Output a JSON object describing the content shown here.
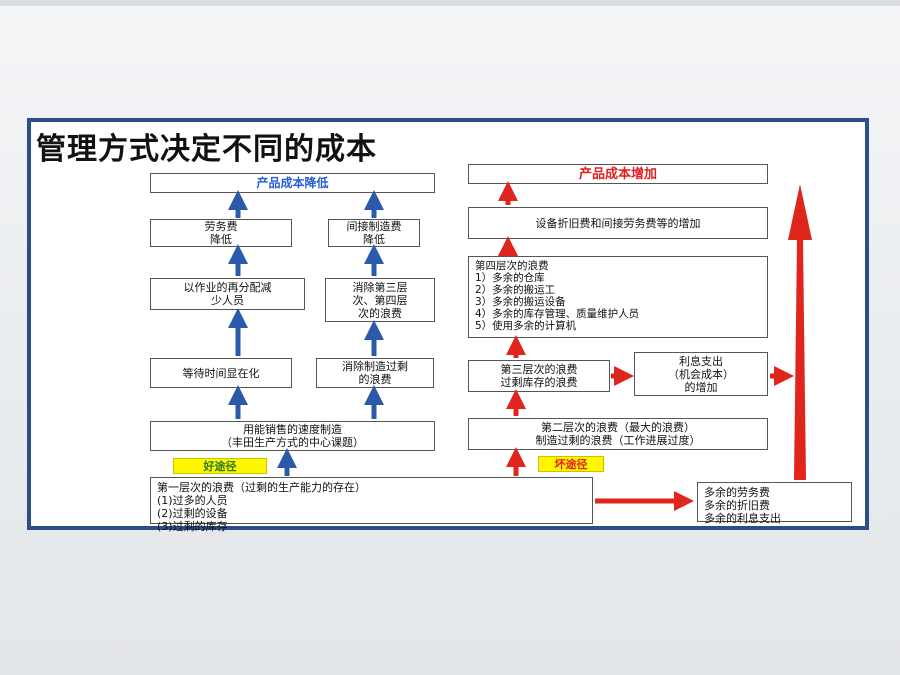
{
  "title": "管理方式决定不同的成本",
  "left": {
    "top": "产品成本降低",
    "labor": "劳务费\n降低",
    "indirect": "间接制造费\n降低",
    "realloc": "以作业的再分配减\n少人员",
    "eliminate34": "消除第三层\n次、第四层\n次的浪费",
    "waiting": "等待时间显在化",
    "eliminate_over": "消除制造过剩\n的浪费",
    "sales_speed": "用能销售的速度制造\n（丰田生产方式的中心课题）",
    "good_path": "好途径"
  },
  "right": {
    "top": "产品成本增加",
    "depreciation": "设备折旧费和间接劳务费等的增加",
    "fourth_level": "第四层次的浪费\n1）多余的仓库\n2）多余的搬运工\n3）多余的搬运设备\n4）多余的库存管理、质量维护人员\n5）使用多余的计算机",
    "third_level": "第三层次的浪费\n过剩库存的浪费",
    "interest": "利息支出\n（机会成本）\n的增加",
    "second_level": "第二层次的浪费（最大的浪费）\n制造过剩的浪费（工作进展过度）",
    "bad_path": "坏途径"
  },
  "bottom": {
    "first_level": "第一层次的浪费（过剩的生产能力的存在）\n(1)过多的人员\n(2)过剩的设备\n(3)过剩的库存",
    "extra_costs": "多余的劳务费\n多余的折旧费\n多余的利息支出"
  },
  "colors": {
    "blue_arrow": "#2b5aa8",
    "red_arrow": "#e0261c",
    "panel_border": "#2b4e86"
  }
}
